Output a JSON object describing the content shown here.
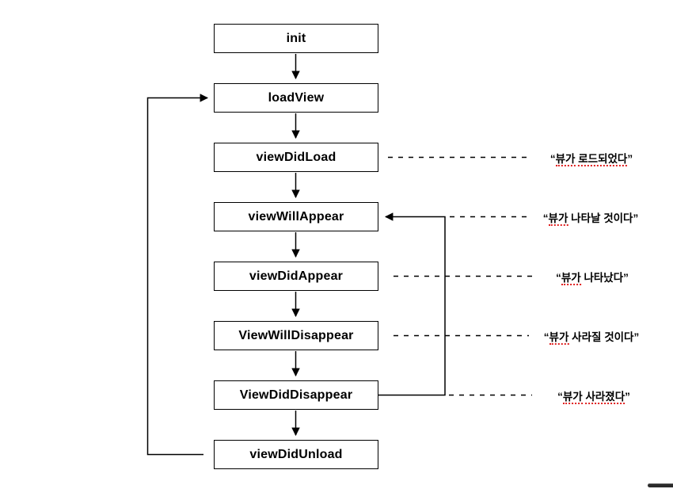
{
  "diagram": {
    "title_semantic": "view-controller-lifecycle-flowchart",
    "background_color": "#ffffff",
    "line_color": "#000000",
    "spellcheck_underline_color": "#e02020",
    "bottom_bar_color": "#2b2b2b"
  },
  "nodes": [
    {
      "id": "init",
      "label": "init"
    },
    {
      "id": "loadView",
      "label": "loadView"
    },
    {
      "id": "viewDidLoad",
      "label": "viewDidLoad"
    },
    {
      "id": "viewWillAppear",
      "label": "viewWillAppear"
    },
    {
      "id": "viewDidAppear",
      "label": "viewDidAppear"
    },
    {
      "id": "ViewWillDisappear",
      "label": "ViewWillDisappear"
    },
    {
      "id": "ViewDidDisappear",
      "label": "ViewDidDisappear"
    },
    {
      "id": "viewDidUnload",
      "label": "viewDidUnload"
    }
  ],
  "edges": [
    {
      "from": "init",
      "to": "loadView",
      "style": "solid-down"
    },
    {
      "from": "loadView",
      "to": "viewDidLoad",
      "style": "solid-down"
    },
    {
      "from": "viewDidLoad",
      "to": "viewWillAppear",
      "style": "solid-down"
    },
    {
      "from": "viewWillAppear",
      "to": "viewDidAppear",
      "style": "solid-down"
    },
    {
      "from": "viewDidAppear",
      "to": "ViewWillDisappear",
      "style": "solid-down"
    },
    {
      "from": "ViewWillDisappear",
      "to": "ViewDidDisappear",
      "style": "solid-down"
    },
    {
      "from": "ViewDidDisappear",
      "to": "viewDidUnload",
      "style": "solid-down"
    },
    {
      "from": "viewDidUnload",
      "to": "loadView",
      "style": "solid-loop-left"
    },
    {
      "from": "ViewDidDisappear",
      "to": "viewWillAppear",
      "style": "solid-loop-right"
    }
  ],
  "annotations": [
    {
      "target": "viewDidLoad",
      "open_quote": "“",
      "close_quote": "”",
      "text": "“뷰가 로드되었다”",
      "words": [
        {
          "text": "뷰가",
          "underline": true
        },
        {
          "text": "로드되었다",
          "underline": true
        }
      ]
    },
    {
      "target": "viewWillAppear",
      "open_quote": "“",
      "close_quote": "”",
      "text": "“뷰가 나타날 것이다”",
      "words": [
        {
          "text": "뷰가",
          "underline": true
        },
        {
          "text": "나타날",
          "underline": false
        },
        {
          "text": "것이다",
          "underline": false
        }
      ]
    },
    {
      "target": "viewDidAppear",
      "open_quote": "“",
      "close_quote": "”",
      "text": "“뷰가 나타났다”",
      "words": [
        {
          "text": "뷰가",
          "underline": true
        },
        {
          "text": "나타났다",
          "underline": false
        }
      ]
    },
    {
      "target": "ViewWillDisappear",
      "open_quote": "“",
      "close_quote": "”",
      "text": "“뷰가 사라질 것이다”",
      "words": [
        {
          "text": "뷰가",
          "underline": true
        },
        {
          "text": "사라질",
          "underline": false
        },
        {
          "text": "것이다",
          "underline": false
        }
      ]
    },
    {
      "target": "ViewDidDisappear",
      "open_quote": "“",
      "close_quote": "”",
      "text": "“뷰가 사라졌다”",
      "words": [
        {
          "text": "뷰가",
          "underline": true
        },
        {
          "text": "사라졌다",
          "underline": true
        }
      ]
    }
  ]
}
